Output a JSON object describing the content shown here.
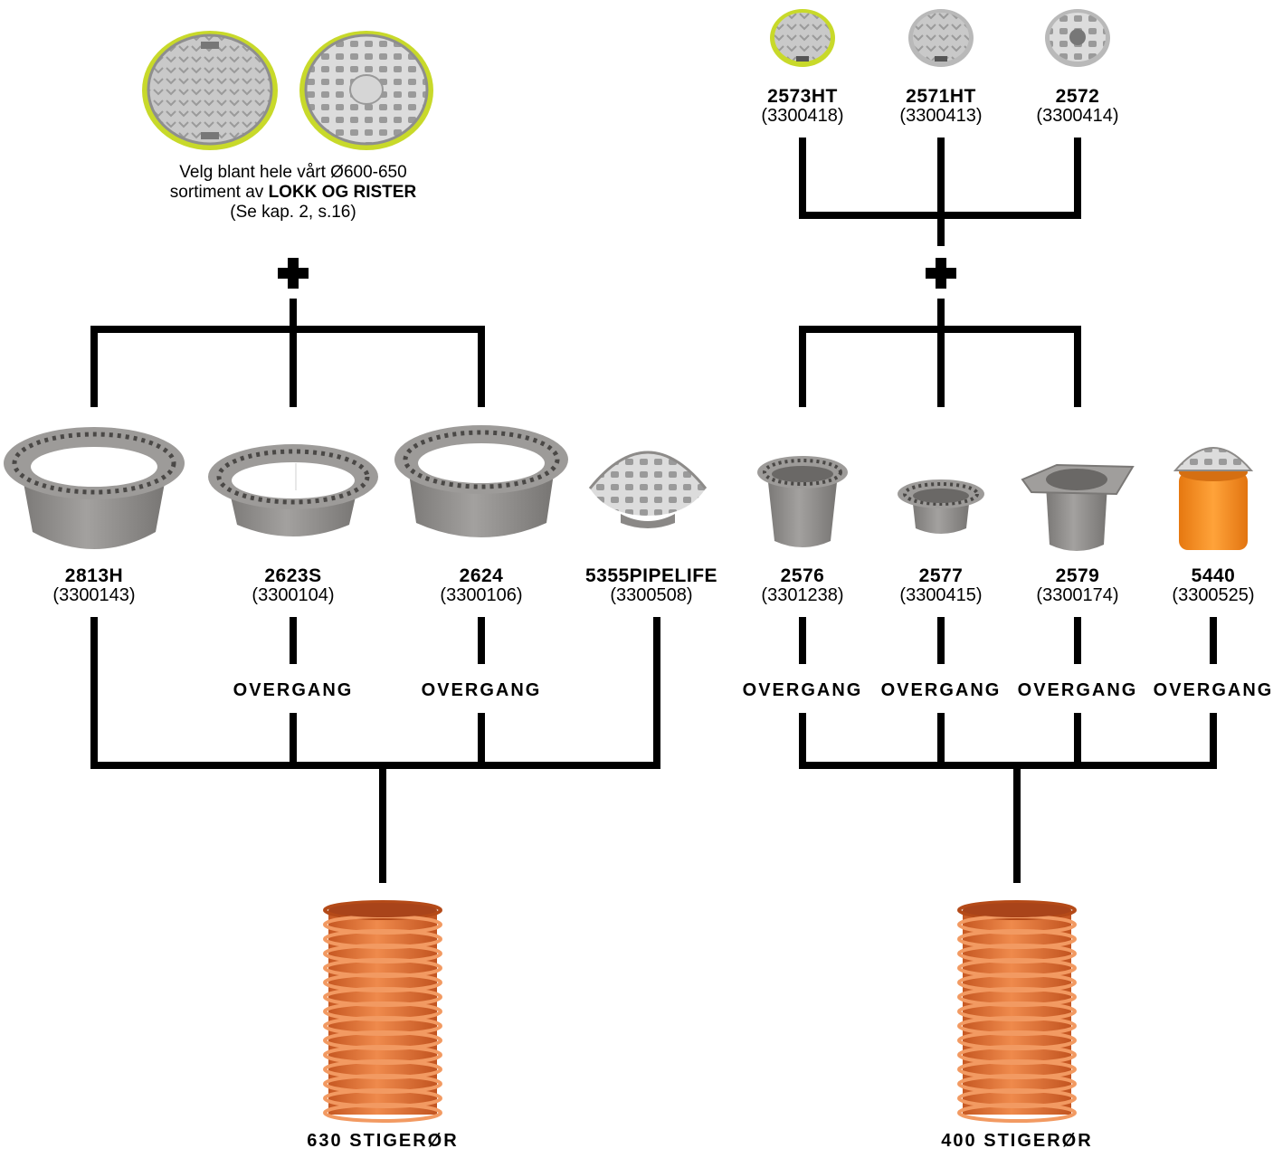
{
  "lid_note": {
    "line1": "Velg blant hele vårt Ø600-650",
    "line2_prefix": "sortiment av ",
    "line2_bold": "LOKK OG RISTER",
    "line3": "(Se kap. 2, s.16)"
  },
  "plus_symbol": "+",
  "right_lids": [
    {
      "code": "2573HT",
      "number": "(3300418)"
    },
    {
      "code": "2571HT",
      "number": "(3300413)"
    },
    {
      "code": "2572",
      "number": "(3300414)"
    }
  ],
  "left_parts": [
    {
      "code": "2813H",
      "number": "(3300143)",
      "transition": ""
    },
    {
      "code": "2623S",
      "number": "(3300104)",
      "transition": "OVERGANG"
    },
    {
      "code": "2624",
      "number": "(3300106)",
      "transition": "OVERGANG"
    },
    {
      "code": "5355PIPELIFE",
      "number": "(3300508)",
      "transition": ""
    }
  ],
  "right_parts": [
    {
      "code": "2576",
      "number": "(3301238)",
      "transition": "OVERGANG"
    },
    {
      "code": "2577",
      "number": "(3300415)",
      "transition": "OVERGANG"
    },
    {
      "code": "2579",
      "number": "(3300174)",
      "transition": "OVERGANG"
    },
    {
      "code": "5440",
      "number": "(3300525)",
      "transition": "OVERGANG"
    }
  ],
  "risers": [
    {
      "label": "630 STIGERØR"
    },
    {
      "label": "400 STIGERØR"
    }
  ],
  "colors": {
    "line": "#000000",
    "part_grey": "#8f8e8c",
    "part_dark": "#6d6b69",
    "lid_rim": "#c8d92a",
    "riser_orange": "#e07030",
    "fitting_orange": "#f08a1c"
  }
}
